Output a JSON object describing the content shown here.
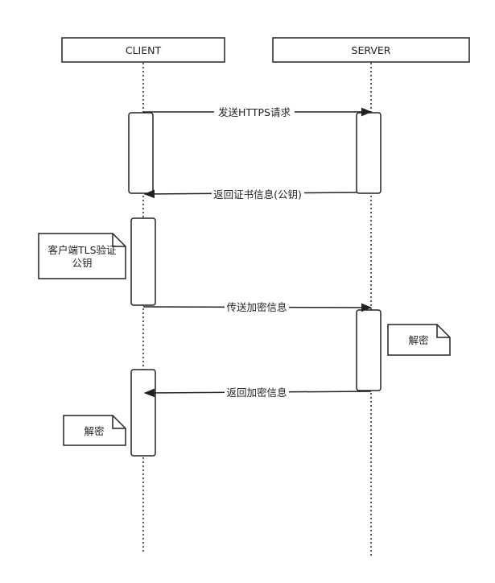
{
  "participants": {
    "client": "CLIENT",
    "server": "SERVER"
  },
  "messages": {
    "m1": "发送HTTPS请求",
    "m2": "返回证书信息(公钥)",
    "m3": "传送加密信息",
    "m4": "返回加密信息"
  },
  "notes": {
    "n1_line1": "客户端TLS验证",
    "n1_line2": "公钥",
    "n2": "解密",
    "n3": "解密"
  }
}
